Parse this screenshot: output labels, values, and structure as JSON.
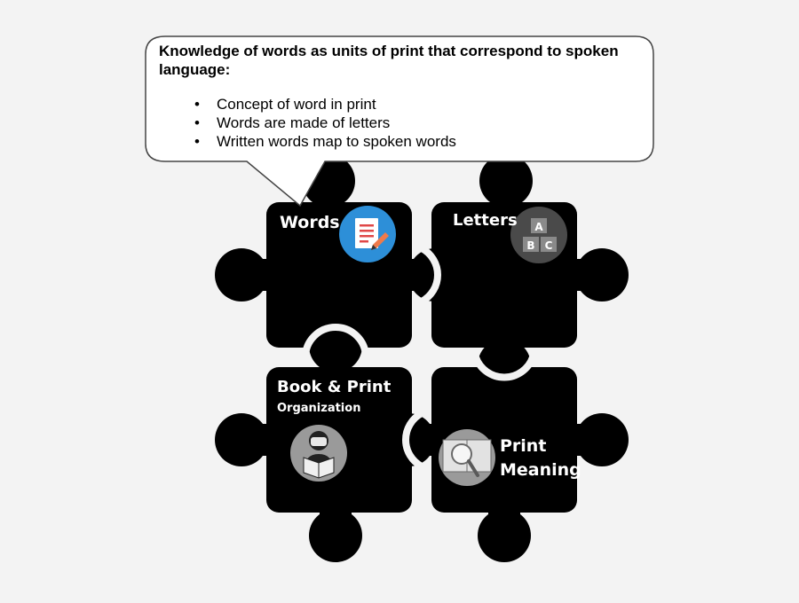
{
  "callout": {
    "heading": "Knowledge of words as units of print that correspond to spoken language:",
    "bullets": [
      "Concept of word in print",
      "Words are made of letters",
      "Written words map to spoken words"
    ],
    "bullet_char": "•"
  },
  "pieces": {
    "words": {
      "label": "Words",
      "icon": "document-pencil-icon"
    },
    "letters": {
      "label": "Letters",
      "icon": "alphabet-blocks-icon",
      "block_letters": [
        "A",
        "B",
        "C"
      ]
    },
    "book_print": {
      "label": "Book & Print",
      "sublabel": "Organization",
      "icon": "reading-child-icon"
    },
    "print_meaning": {
      "label_line1": "Print",
      "label_line2": "Meaning",
      "icon": "book-magnifier-icon"
    }
  },
  "colors": {
    "background": "#f3f3f3",
    "piece": "#000000",
    "callout_fill": "#ffffff",
    "callout_border": "#444444",
    "words_icon": "#2d8fd8",
    "letters_icon": "#4a4a4a",
    "gray_icon": "#9a9a9a"
  }
}
